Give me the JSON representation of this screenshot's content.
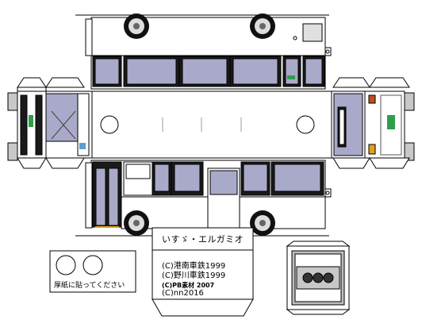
{
  "kit": {
    "model_name": "いすゞ・エルガミオ",
    "credits": [
      "(C)港南車鉄1999",
      "(C)野川車鉄1999",
      "(C)PB素材 2007",
      "(C)nn2016"
    ],
    "instruction": "厚紙に貼ってください"
  },
  "colors": {
    "glass": "#a9a9c9",
    "frame": "#1a1a1a",
    "body": "#ffffff",
    "gray_panel": "#c8c8c8",
    "destination_sign": "#2e9e4a",
    "accent_blue": "#5aa0d0",
    "tail_lamp": "#c05020",
    "amber_lamp": "#e0a020"
  },
  "icons": {
    "wheel": "wheel-icon",
    "headlight": "headlight-icon",
    "tail_lamp": "tail-lamp-icon"
  }
}
